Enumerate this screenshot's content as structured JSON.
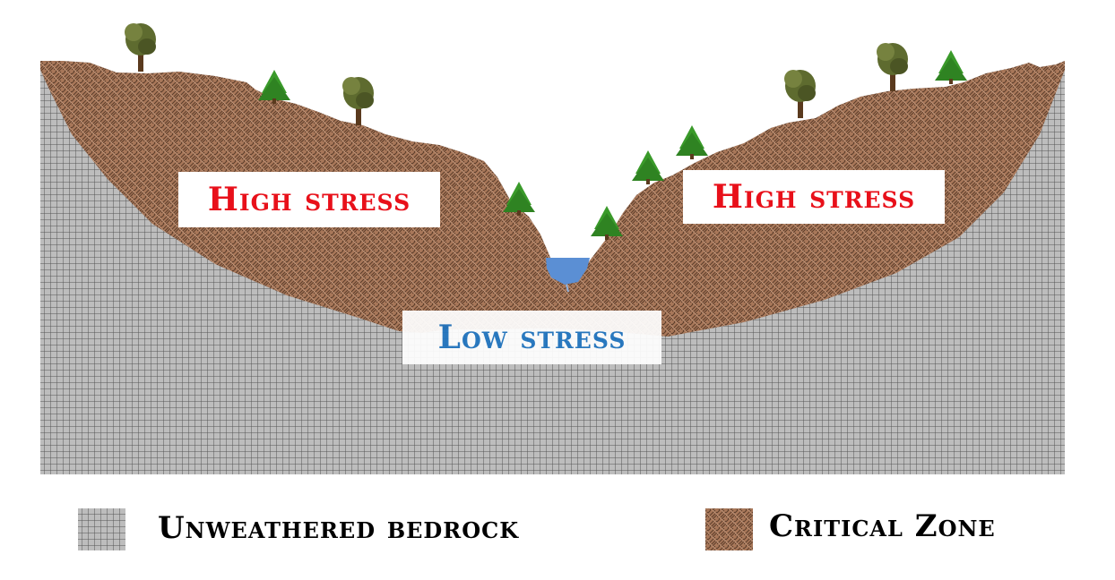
{
  "labels": {
    "high_left": "High stress",
    "high_right": "High stress",
    "low": "Low stress"
  },
  "legend": {
    "bedrock": "Unweathered bedrock",
    "critical_zone": "Critical Zone"
  },
  "colors": {
    "high_stress": "#e8101a",
    "low_stress": "#1f74c0",
    "critical_zone": "#a9785a",
    "critical_zone_hatch": "#5e3f2c",
    "bedrock_fill": "#b9b9b9",
    "bedrock_grid": "#5c5c5c",
    "water": "#5b8fd4",
    "tree_brown": "#5e6b2f",
    "tree_green": "#3a9a2a",
    "trunk": "#5a3a1e"
  },
  "icons": {
    "tree": "tree-icon",
    "stream": "stream-water-icon"
  }
}
